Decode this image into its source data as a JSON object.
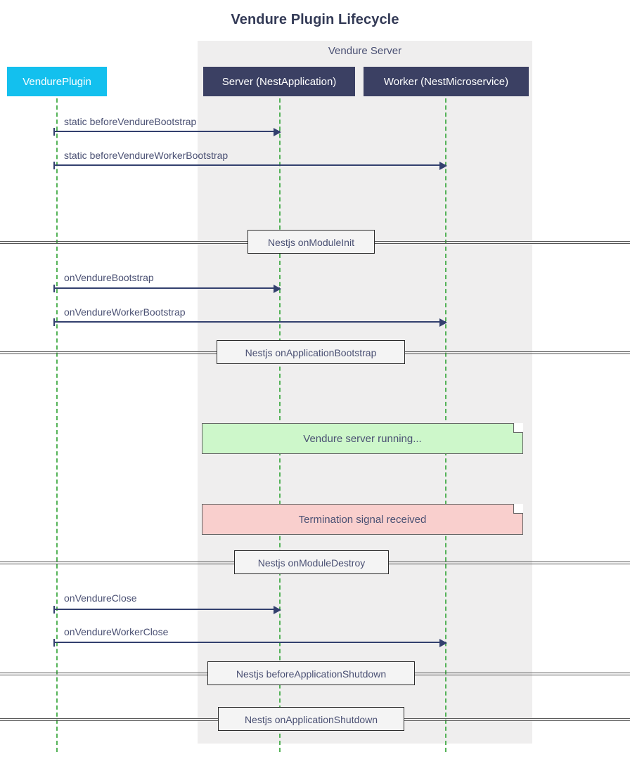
{
  "title": "Vendure Plugin Lifecycle",
  "group": {
    "label": "Vendure Server",
    "color": "#efeeee"
  },
  "colors": {
    "plugin_actor": "#13c0ee",
    "server_actor": "#3b4063",
    "arrow": "#33406e",
    "lifeline": "#4caf50",
    "note_green": "#cdf7ca",
    "note_red": "#f9cfcd",
    "text": "#4a5073"
  },
  "participants": [
    {
      "id": "plugin",
      "label": "VendurePlugin"
    },
    {
      "id": "server",
      "label": "Server (NestApplication)"
    },
    {
      "id": "worker",
      "label": "Worker (NestMicroservice)"
    }
  ],
  "messages": [
    {
      "label": "static beforeVendureBootstrap",
      "from": "plugin",
      "to": "server"
    },
    {
      "label": "static beforeVendureWorkerBootstrap",
      "from": "plugin",
      "to": "worker"
    },
    {
      "label": "onVendureBootstrap",
      "from": "plugin",
      "to": "server"
    },
    {
      "label": "onVendureWorkerBootstrap",
      "from": "plugin",
      "to": "worker"
    },
    {
      "label": "onVendureClose",
      "from": "plugin",
      "to": "server"
    },
    {
      "label": "onVendureWorkerClose",
      "from": "plugin",
      "to": "worker"
    }
  ],
  "dividers": [
    {
      "label": "Nestjs onModuleInit"
    },
    {
      "label": "Nestjs onApplicationBootstrap"
    },
    {
      "label": "Nestjs onModuleDestroy"
    },
    {
      "label": "Nestjs beforeApplicationShutdown"
    },
    {
      "label": "Nestjs onApplicationShutdown"
    }
  ],
  "notes": [
    {
      "label": "Vendure server running...",
      "variant": "green"
    },
    {
      "label": "Termination signal received",
      "variant": "red"
    }
  ]
}
